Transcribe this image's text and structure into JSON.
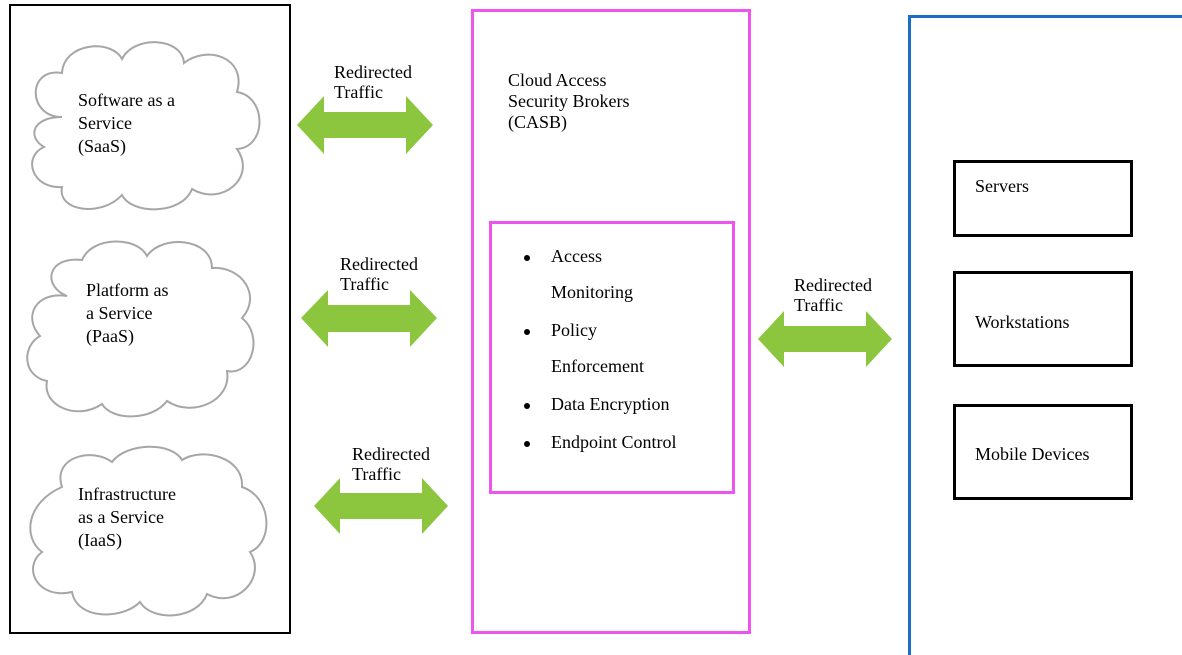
{
  "clouds": [
    {
      "label": "Software as a\nService\n(SaaS)"
    },
    {
      "label": "Platform as\na Service\n(PaaS)"
    },
    {
      "label": "Infrastructure\nas a Service\n(IaaS)"
    }
  ],
  "connections": {
    "saas": "Redirected\nTraffic",
    "paas": "Redirected\nTraffic",
    "iaas": "Redirected\nTraffic",
    "endpoints": "Redirected\nTraffic"
  },
  "casb": {
    "title": "Cloud Access\nSecurity Brokers\n (CASB)",
    "features": [
      "Access",
      "Monitoring",
      "Policy",
      "Enforcement",
      "Data Encryption",
      "Endpoint Control"
    ]
  },
  "devices": {
    "servers": "Servers",
    "workstations": "Workstations",
    "mobile": "Mobile Devices"
  },
  "colors": {
    "casb_border": "#ee55ee",
    "network_border": "#1a6fc2",
    "arrow_fill": "#8cc63f",
    "cloud_stroke": "#a6a6a6"
  }
}
